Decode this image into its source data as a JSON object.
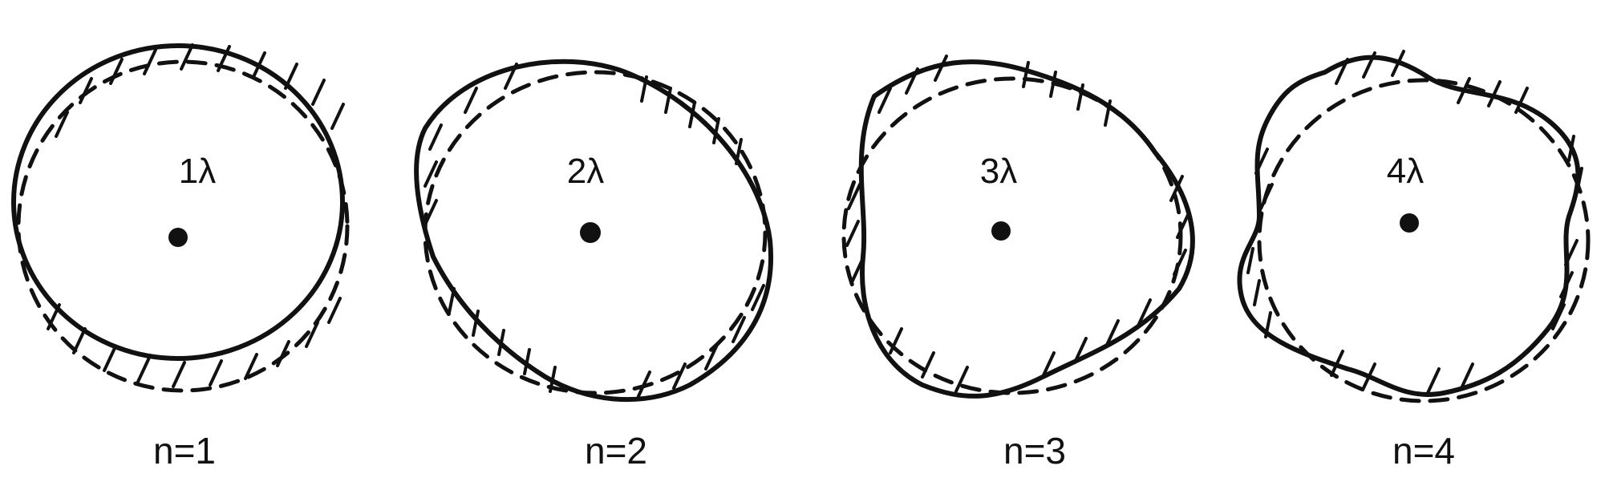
{
  "panels": [
    {
      "wavelength_label": "1λ",
      "mode_label": "n=1",
      "lobes": 1
    },
    {
      "wavelength_label": "2λ",
      "mode_label": "n=2",
      "lobes": 2
    },
    {
      "wavelength_label": "3λ",
      "mode_label": "n=3",
      "lobes": 3
    },
    {
      "wavelength_label": "4λ",
      "mode_label": "n=4",
      "lobes": 4
    }
  ]
}
